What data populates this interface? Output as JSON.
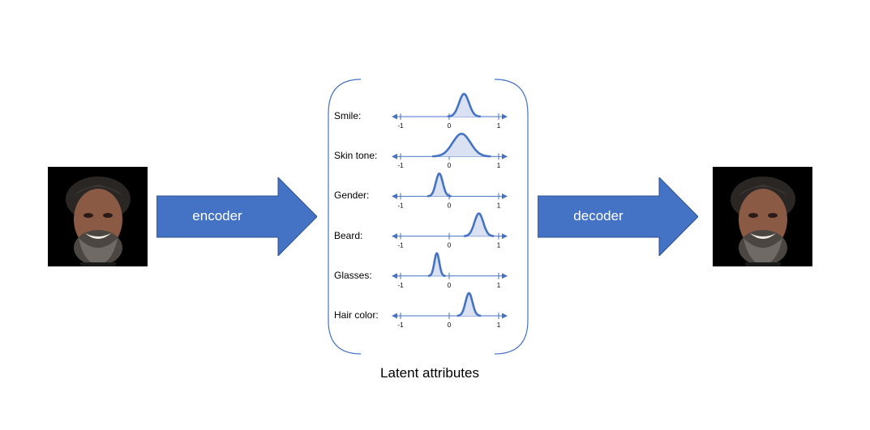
{
  "encoder_label": "encoder",
  "decoder_label": "decoder",
  "latent_title": "Latent attributes",
  "arrow_color": "#4472C4",
  "curve_color": "#4472C4",
  "fill_color": "#D9E1F2",
  "tick_labels": [
    "-1",
    "0",
    "1"
  ],
  "attributes": [
    {
      "label": "Smile:",
      "mean": 0.3,
      "std": 0.1
    },
    {
      "label": "Skin tone:",
      "mean": 0.25,
      "std": 0.18
    },
    {
      "label": "Gender:",
      "mean": -0.2,
      "std": 0.07
    },
    {
      "label": "Beard:",
      "mean": 0.6,
      "std": 0.09
    },
    {
      "label": "Glasses:",
      "mean": -0.25,
      "std": 0.05
    },
    {
      "label": "Hair color:",
      "mean": 0.4,
      "std": 0.07
    }
  ]
}
